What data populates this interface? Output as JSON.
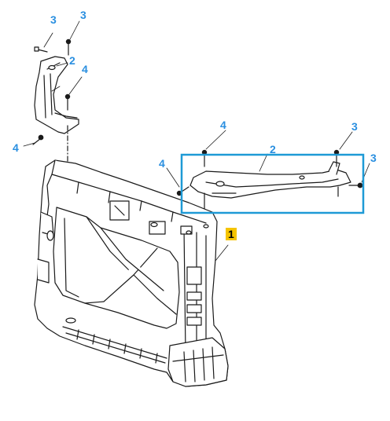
{
  "colors": {
    "callout_blue": "#2a8fe0",
    "highlight_box": "#1e9ad6",
    "main_label_bg": "#f5c400",
    "line_art": "#1a1a1a"
  },
  "callouts": {
    "top_left_3a": "3",
    "top_left_3b": "3",
    "top_left_2": "2",
    "top_left_4a": "4",
    "left_4": "4",
    "right_4a": "4",
    "right_2": "2",
    "right_3a": "3",
    "right_3b": "3",
    "right_4b": "4",
    "main_part": "1"
  }
}
